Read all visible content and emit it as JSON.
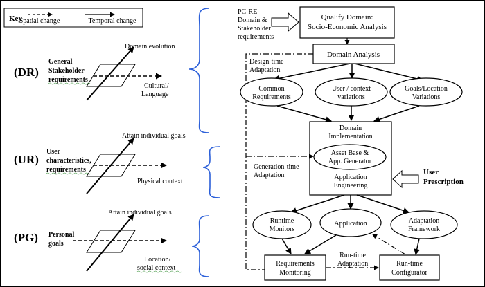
{
  "key": {
    "title": "Key",
    "spatial": "Spatial change",
    "temporal": "Temporal change"
  },
  "levels": [
    {
      "abbr": "(DR)",
      "req_lines": [
        "General",
        "Stakeholder",
        "requirements"
      ],
      "up_label": "Domain evolution",
      "right_label": [
        "Cultural/",
        "Language"
      ]
    },
    {
      "abbr": "(UR)",
      "req_lines": [
        "User",
        "characteristics,",
        "requirements"
      ],
      "up_label": "Attain individual goals",
      "right_label": [
        "Physical context"
      ]
    },
    {
      "abbr": "(PG)",
      "req_lines": [
        "Personal",
        "goals"
      ],
      "up_label": "Attain individual goals",
      "right_label": [
        "Location/",
        "social context"
      ]
    }
  ],
  "flow": {
    "pc_re": [
      "PC-RE",
      "Domain &",
      "Stakeholder",
      "requirements"
    ],
    "qualify": [
      "Qualify Domain:",
      "Socio-Economic Analysis"
    ],
    "domain_analysis": "Domain Analysis",
    "design_time": [
      "Design-time",
      "Adaptation"
    ],
    "common_req": [
      "Common",
      "Requirements"
    ],
    "user_context": [
      "User / context",
      "variations"
    ],
    "goals_location": [
      "Goals/Location",
      "Variations"
    ],
    "domain_impl": [
      "Domain",
      "Implementation"
    ],
    "asset_base": [
      "Asset Base &",
      "App. Generator"
    ],
    "app_eng": [
      "Application",
      "Engineering"
    ],
    "generation_time": [
      "Generation-time",
      "Adaptation"
    ],
    "user_prescription": [
      "User",
      "Prescription"
    ],
    "runtime_monitors": [
      "Runtime",
      "Monitors"
    ],
    "application": "Application",
    "adaptation_fw": [
      "Adaptation",
      "Framework"
    ],
    "run_time_adapt": [
      "Run-time",
      "Adaptation"
    ],
    "req_monitoring": [
      "Requirements",
      "Monitoring"
    ],
    "runtime_config": [
      "Run-time",
      "Configurator"
    ]
  }
}
